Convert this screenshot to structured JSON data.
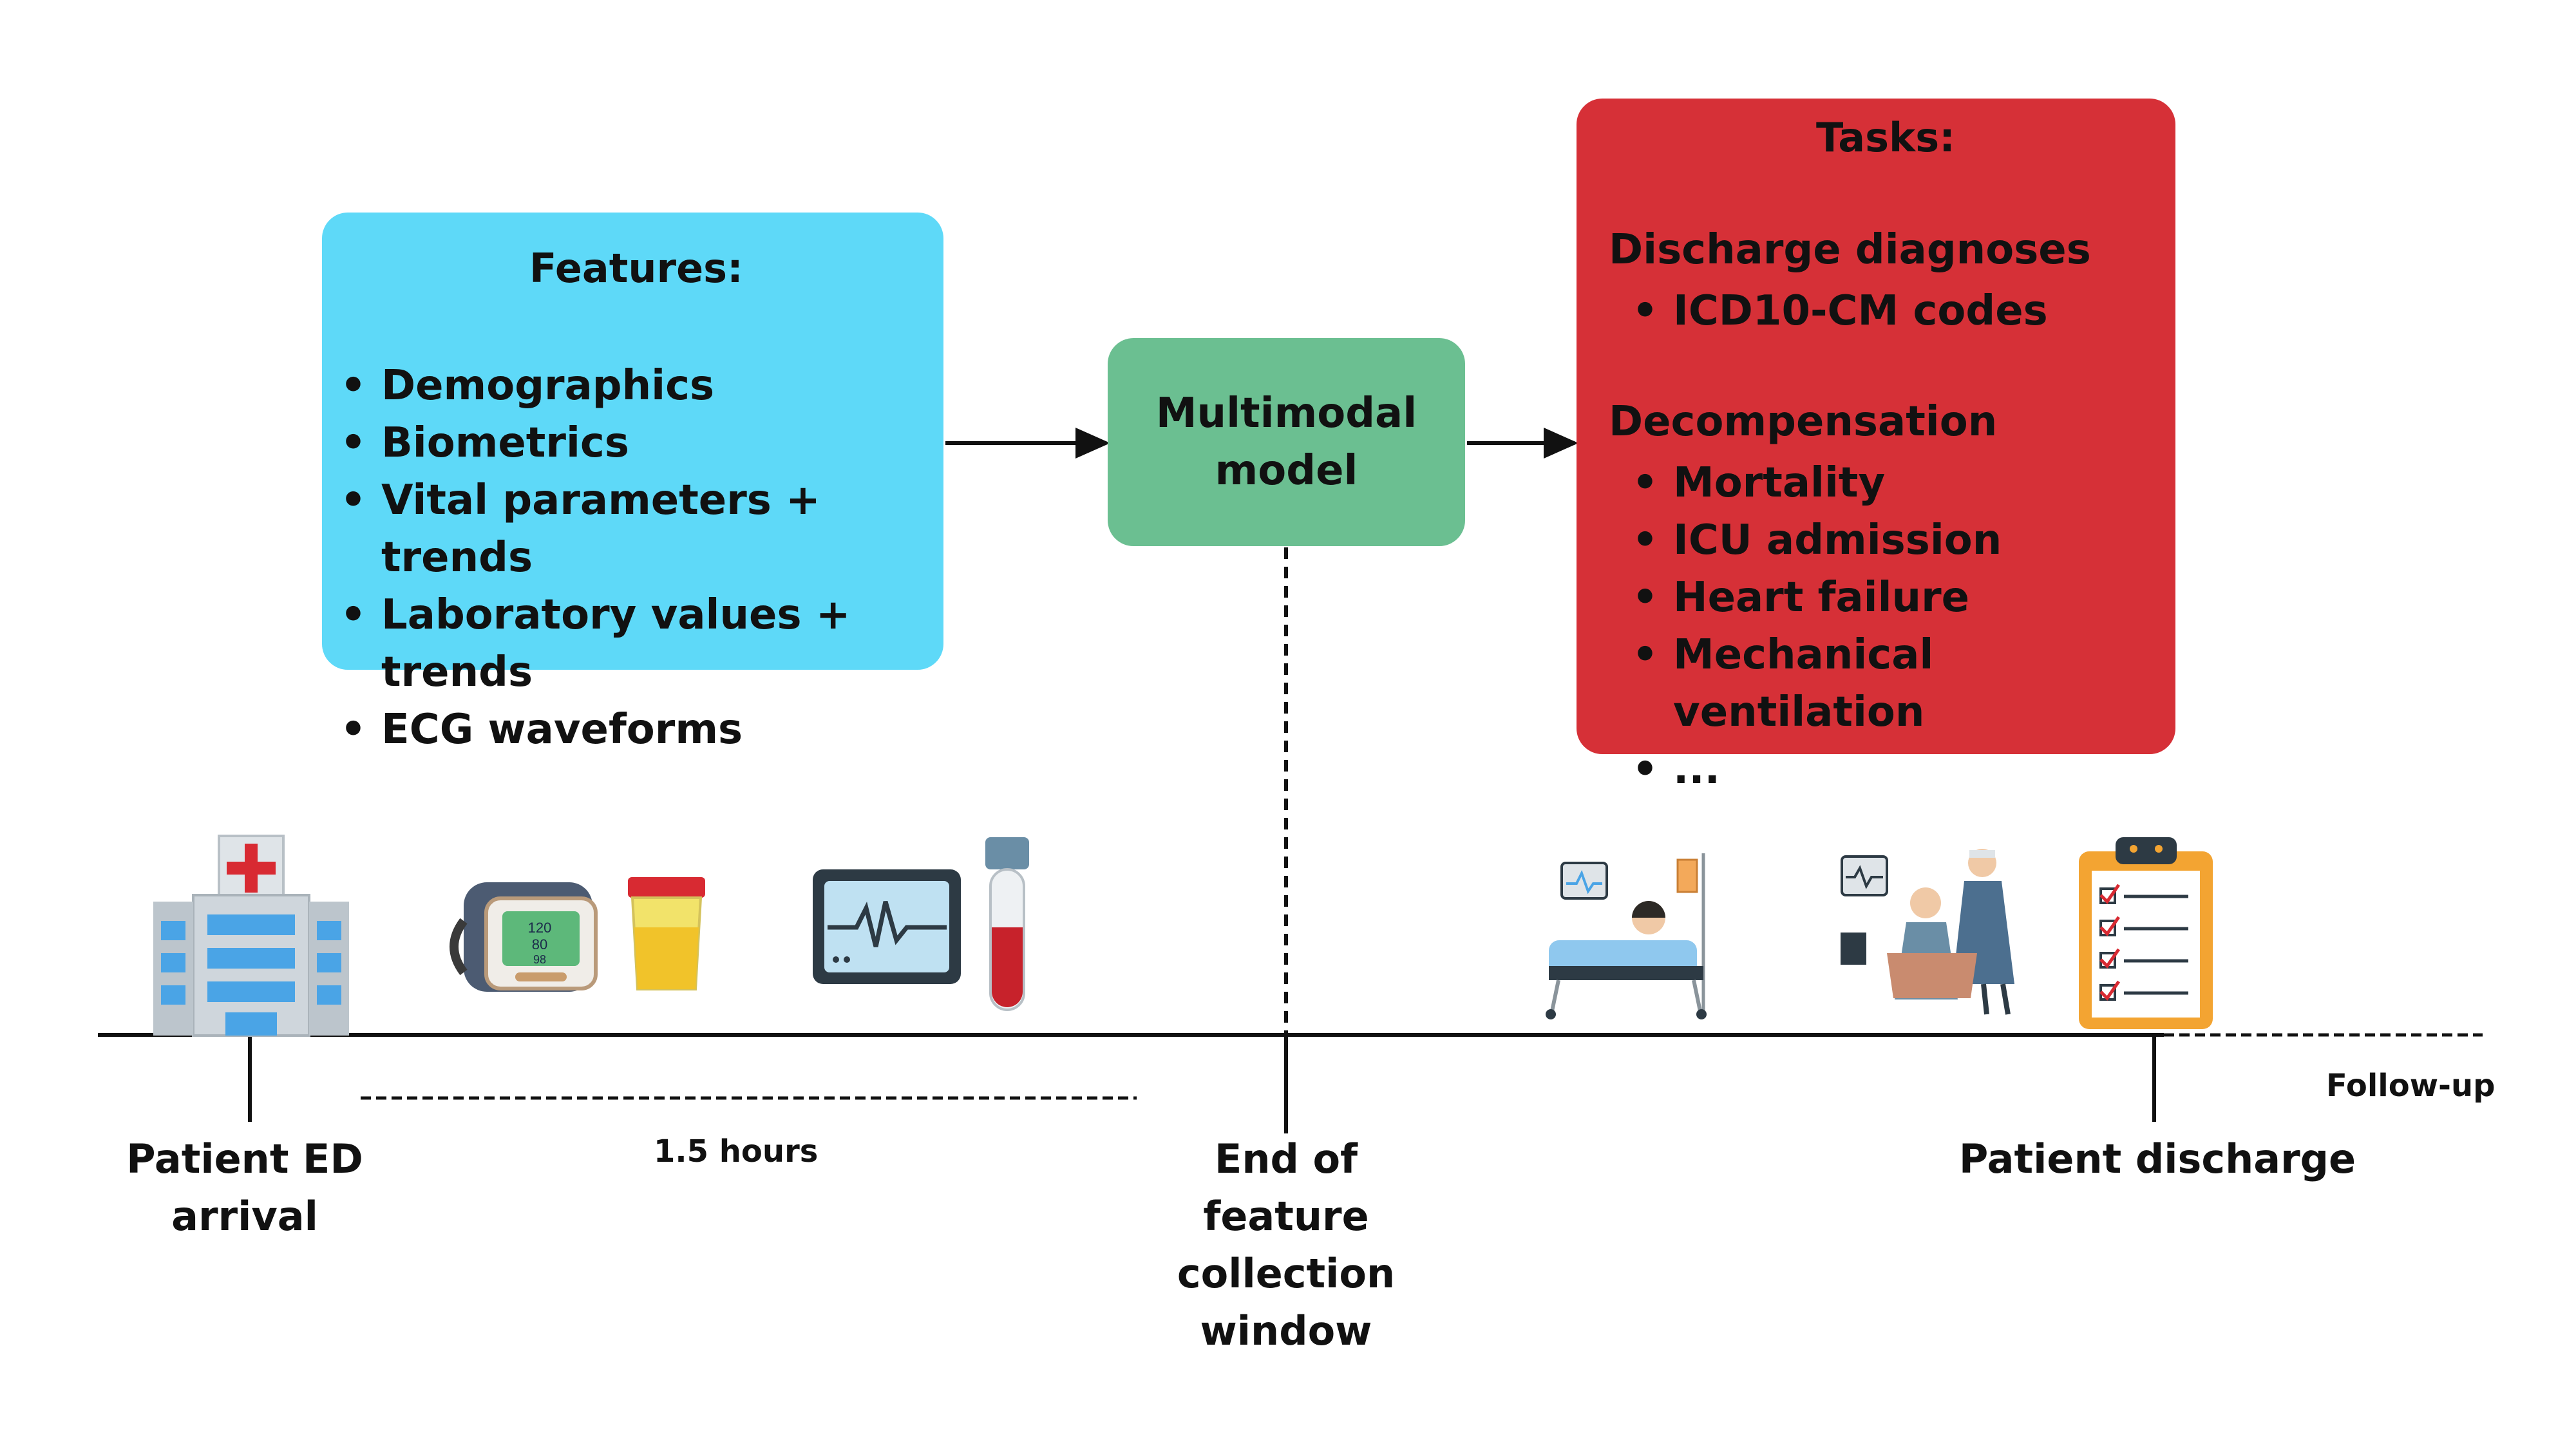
{
  "features": {
    "title": "Features:",
    "items": [
      "Demographics",
      "Biometrics",
      "Vital parameters + trends",
      "Laboratory values + trends",
      "ECG waveforms"
    ]
  },
  "model": {
    "label": "Multimodal model"
  },
  "tasks": {
    "title": "Tasks:",
    "group1": {
      "heading": "Discharge diagnoses",
      "items": [
        "ICD10-CM codes"
      ]
    },
    "group2": {
      "heading": "Decompensation",
      "items": [
        "Mortality",
        "ICU admission",
        "Heart failure",
        "Mechanical ventilation",
        "..."
      ]
    }
  },
  "timeline": {
    "arrival": "Patient ED arrival",
    "window_duration": "1.5 hours",
    "end_window": "End of feature collection window",
    "discharge": "Patient discharge",
    "followup": "Follow-up"
  },
  "colors": {
    "features_bg": "#5ed9f8",
    "model_bg": "#6bbf91",
    "tasks_bg": "#d63037"
  },
  "icons": [
    "hospital-icon",
    "blood-pressure-monitor-icon",
    "urine-sample-cup-icon",
    "ecg-monitor-icon",
    "blood-test-tube-icon",
    "icu-bed-icon",
    "mechanical-ventilation-icon",
    "clipboard-checklist-icon"
  ]
}
